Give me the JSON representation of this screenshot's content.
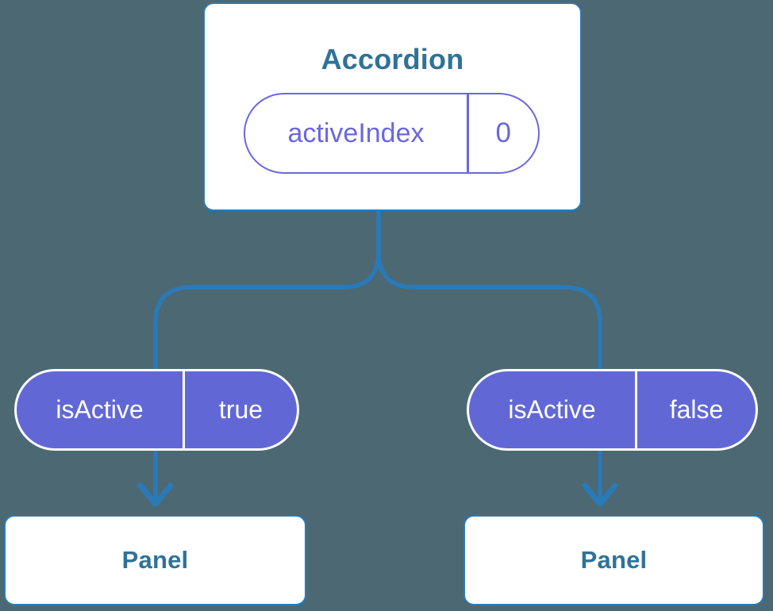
{
  "diagram": {
    "root": {
      "title": "Accordion",
      "prop": {
        "name": "activeIndex",
        "value": "0"
      }
    },
    "branches": [
      {
        "prop": {
          "name": "isActive",
          "value": "true"
        },
        "node": {
          "title": "Panel"
        }
      },
      {
        "prop": {
          "name": "isActive",
          "value": "false"
        },
        "node": {
          "title": "Panel"
        }
      }
    ]
  },
  "colors": {
    "background": "#4C6873",
    "connector_blue": "#2A7AB8",
    "node_border_blue": "#2A7AB8",
    "node_fill": "#FFFFFF",
    "node_text_teal": "#2F7298",
    "pill_purple_fill": "#6168D6",
    "pill_purple_outline": "#6A67E0",
    "pill_text_on_purple": "#FFFFFF"
  }
}
